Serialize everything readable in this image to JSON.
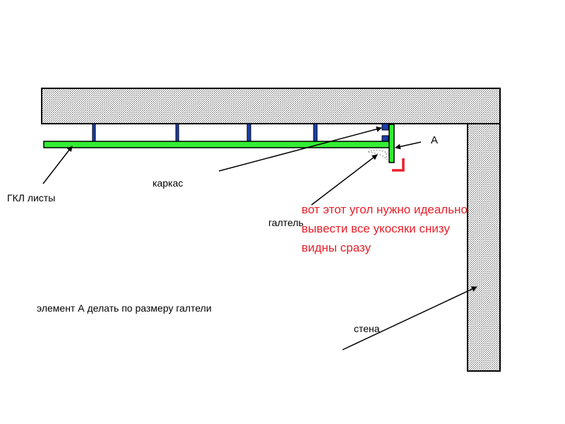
{
  "labels": {
    "gkl": "ГКЛ листы",
    "karkas": "каркас",
    "galtel": "галтель",
    "a": "А",
    "element_a": "элемент А делать по размеру галтели",
    "stena": "стена"
  },
  "note_lines": [
    "вот этот угол  нужно идеально",
    "вывести  все укосяки снизу",
    "видны сразу"
  ],
  "colors": {
    "gkl_sheet": "#33ee33",
    "profile": "#1a3fb0",
    "hatch": "#c8c8c8",
    "outline": "#000000",
    "note": "#e8202a",
    "corner_mark": "#e8202a"
  }
}
